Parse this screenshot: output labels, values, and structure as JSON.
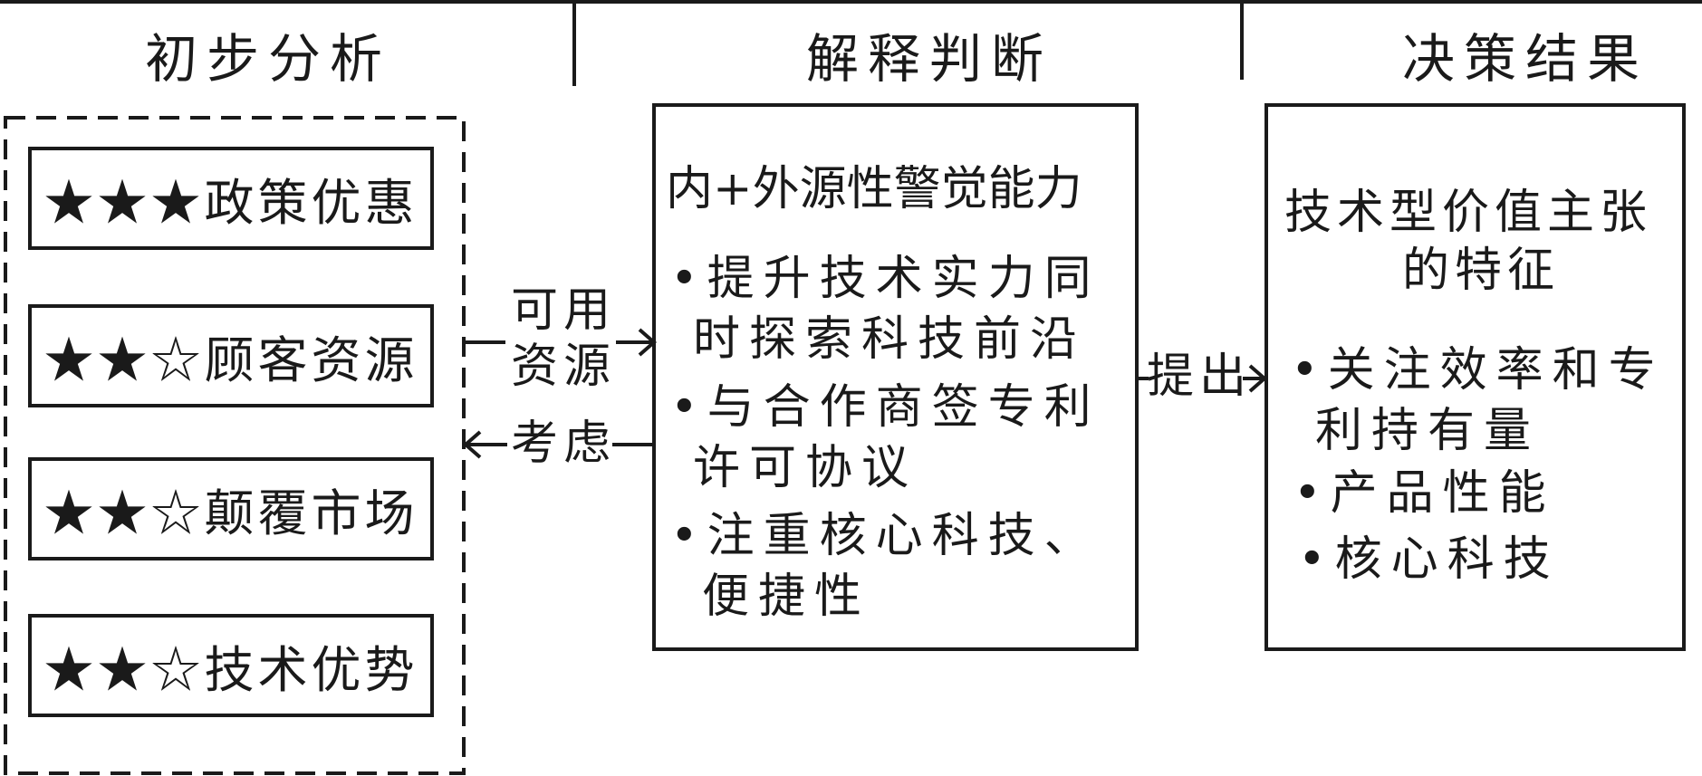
{
  "headers": {
    "col1": "初步分析",
    "col2": "解释判断",
    "col3": "决策结果"
  },
  "factors": [
    "★★★政策优惠",
    "★★☆顾客资源",
    "★★☆颠覆市场",
    "★★☆技术优势"
  ],
  "middle_box": {
    "title": "内+外源性警觉能力",
    "bullets": [
      [
        "•提升技术实力同",
        "时探索科技前沿"
      ],
      [
        "•与合作商签专利",
        "许可协议"
      ],
      [
        "•注重核心科技、",
        "便捷性"
      ]
    ]
  },
  "right_box": {
    "title_lines": [
      "技术型价值主张",
      "的特征"
    ],
    "bullets": [
      [
        "•关注效率和专",
        "利持有量"
      ],
      [
        "•产品性能"
      ],
      [
        "•核心科技"
      ]
    ]
  },
  "connectors": {
    "available_resources": [
      "可用",
      "资源"
    ],
    "consider": "考虑",
    "propose": "提出"
  }
}
